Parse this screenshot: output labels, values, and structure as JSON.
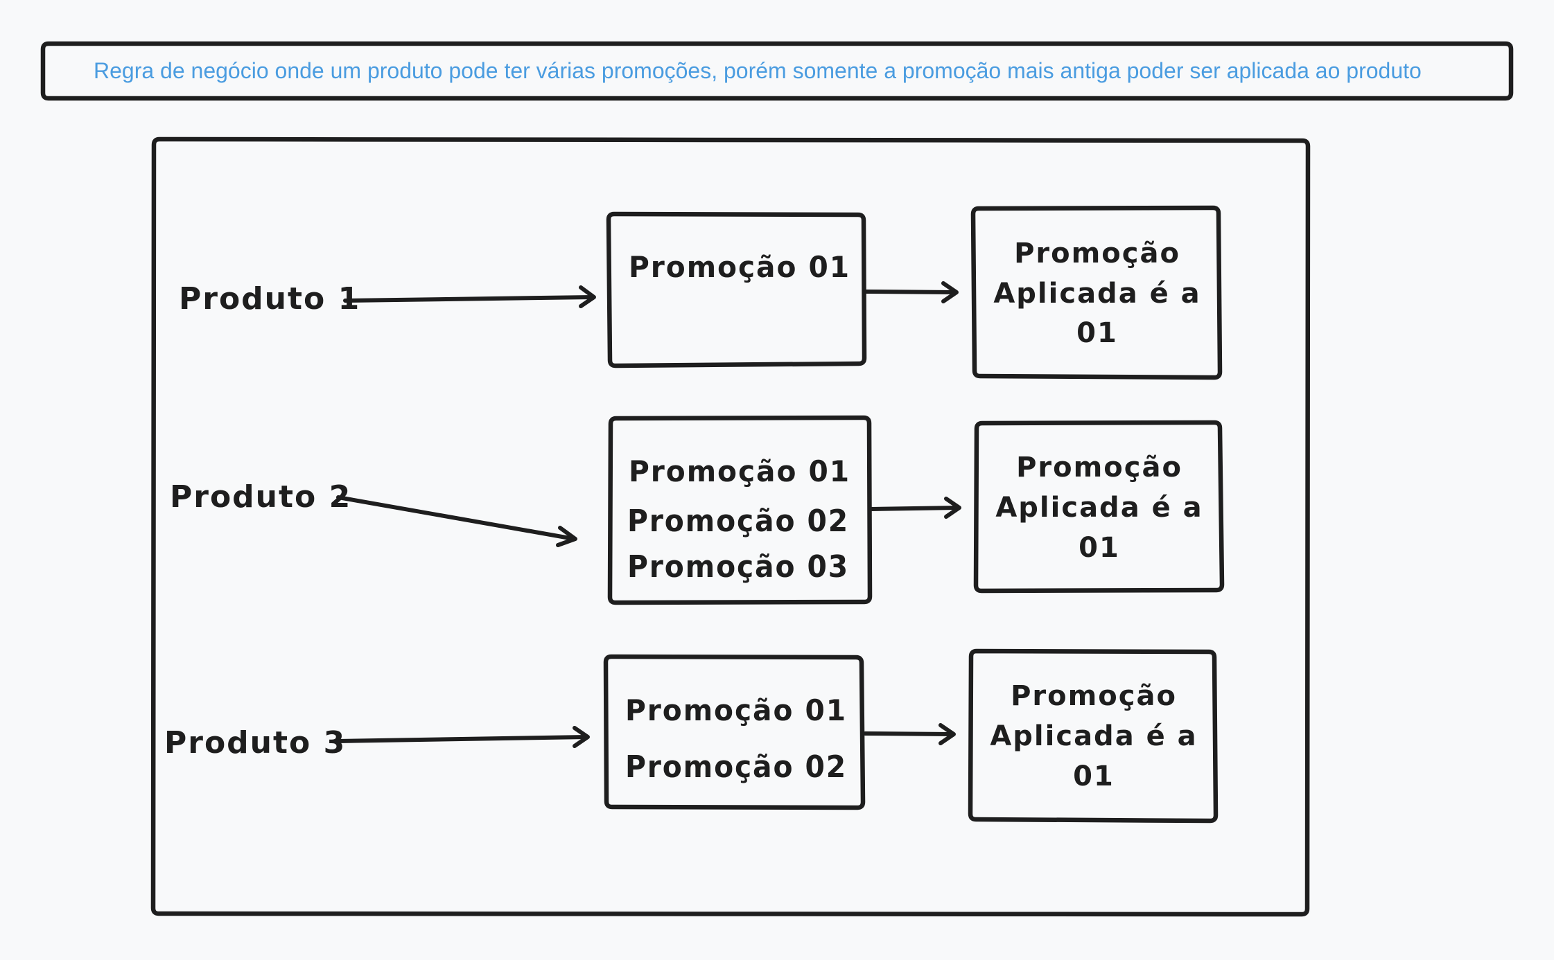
{
  "header": {
    "text": "Regra de negócio onde um produto pode ter várias promoções, porém somente a promoção mais antiga poder ser aplicada ao produto"
  },
  "rows": [
    {
      "product": "Produto 1",
      "promotions": [
        "Promoção 01"
      ],
      "result": [
        "Promoção",
        "Aplicada é a",
        "01"
      ]
    },
    {
      "product": "Produto 2",
      "promotions": [
        "Promoção 01",
        "Promoção 02",
        "Promoção 03"
      ],
      "result": [
        "Promoção",
        "Aplicada é a",
        "01"
      ]
    },
    {
      "product": "Produto 3",
      "promotions": [
        "Promoção 01",
        "Promoção 02"
      ],
      "result": [
        "Promoção",
        "Aplicada é a",
        "01"
      ]
    }
  ]
}
